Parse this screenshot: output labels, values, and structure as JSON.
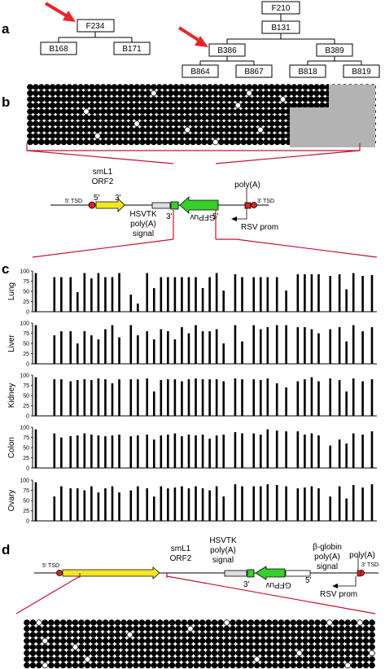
{
  "panels": {
    "a": "a",
    "b": "b",
    "c": "c",
    "d": "d"
  },
  "tree_left": {
    "root": "F234",
    "children": [
      "B168",
      "B171"
    ]
  },
  "tree_right": {
    "root": "F210",
    "mid": "B131",
    "l2": [
      "B386",
      "B389"
    ],
    "l3": [
      "B864",
      "B867",
      "B818",
      "B819"
    ]
  },
  "construct_c": {
    "tsd5": "5' TSD",
    "tsd3": "3' TSD",
    "orf_label": [
      "smL1",
      "ORF2"
    ],
    "end5": "5'",
    "end3": "3'",
    "hsvtk": [
      "HSVTK",
      "poly(A)",
      "signal"
    ],
    "gfp": "GFPuv",
    "gfp_end3": "3'",
    "gfp_end5": "5'",
    "polya": "poly(A)",
    "rsv": "RSV prom"
  },
  "construct_d": {
    "tsd5": "5' TSD",
    "tsd3": "3' TSD",
    "orf_label": [
      "smL1",
      "ORF2"
    ],
    "hsvtk": [
      "HSVTK",
      "poly(A)",
      "signal"
    ],
    "gfp": "GFPuv",
    "gfp_end3": "3'",
    "gfp_end5": "5'",
    "globin": [
      "β-globin",
      "poly(A)",
      "signal"
    ],
    "polya": "poly(A)",
    "rsv": "RSV prom"
  },
  "chart_data": {
    "type": "bar",
    "ylim": [
      0,
      100
    ],
    "yticks": [
      "0",
      "25",
      "50",
      "75",
      "100"
    ],
    "x": [
      0,
      5,
      8,
      11,
      15,
      18,
      21,
      24,
      27,
      30,
      33,
      36,
      41,
      44,
      48,
      51,
      54,
      57,
      60,
      63,
      66,
      69,
      72,
      75,
      78,
      81,
      86,
      89,
      94,
      97,
      100,
      104,
      108,
      113,
      116,
      119,
      122,
      127,
      131,
      134,
      137,
      141,
      145
    ],
    "series": [
      {
        "name": "Lung",
        "values": [
          95,
          0,
          85,
          85,
          85,
          48,
          95,
          82,
          95,
          85,
          85,
          95,
          42,
          20,
          95,
          58,
          85,
          85,
          85,
          85,
          85,
          85,
          58,
          85,
          95,
          52,
          92,
          85,
          85,
          85,
          85,
          85,
          52,
          92,
          92,
          92,
          92,
          88,
          92,
          55,
          95,
          88,
          90
        ]
      },
      {
        "name": "Liver",
        "values": [
          95,
          0,
          70,
          80,
          80,
          50,
          80,
          70,
          60,
          85,
          95,
          65,
          95,
          70,
          80,
          60,
          85,
          80,
          60,
          90,
          75,
          95,
          80,
          80,
          85,
          50,
          95,
          55,
          95,
          85,
          90,
          95,
          95,
          90,
          90,
          85,
          75,
          85,
          90,
          55,
          95,
          80,
          90
        ]
      },
      {
        "name": "Kidney",
        "values": [
          95,
          0,
          90,
          90,
          85,
          88,
          90,
          88,
          92,
          90,
          80,
          90,
          90,
          90,
          92,
          60,
          88,
          90,
          90,
          85,
          90,
          92,
          90,
          90,
          90,
          85,
          92,
          90,
          90,
          88,
          92,
          80,
          70,
          85,
          90,
          95,
          85,
          92,
          88,
          60,
          92,
          85,
          90
        ]
      },
      {
        "name": "Colon",
        "values": [
          95,
          0,
          85,
          75,
          78,
          80,
          85,
          82,
          80,
          78,
          80,
          82,
          78,
          80,
          82,
          70,
          80,
          82,
          85,
          78,
          82,
          80,
          82,
          72,
          80,
          82,
          88,
          85,
          85,
          82,
          95,
          92,
          90,
          90,
          82,
          85,
          80,
          55,
          70,
          60,
          85,
          82,
          90
        ]
      },
      {
        "name": "Ovary",
        "values": [
          95,
          0,
          60,
          85,
          80,
          80,
          75,
          85,
          70,
          80,
          85,
          70,
          75,
          85,
          80,
          60,
          85,
          80,
          82,
          85,
          80,
          85,
          80,
          75,
          85,
          60,
          90,
          85,
          85,
          85,
          90,
          88,
          85,
          80,
          82,
          85,
          80,
          60,
          85,
          55,
          88,
          82,
          90
        ]
      }
    ]
  },
  "dots_b": {
    "rows": 10,
    "cols": 62,
    "open": [
      [
        1,
        39
      ],
      [
        2,
        45
      ],
      [
        3,
        37
      ],
      [
        4,
        62
      ],
      [
        5,
        51
      ],
      [
        6,
        19
      ],
      [
        7,
        28
      ],
      [
        7,
        41
      ],
      [
        8,
        12
      ],
      [
        2,
        58
      ],
      [
        4,
        10
      ],
      [
        1,
        22
      ],
      [
        9,
        33
      ]
    ]
  },
  "dots_d": {
    "rows": 8,
    "cols": 58,
    "open": [
      [
        0,
        2
      ],
      [
        0,
        33
      ],
      [
        0,
        50
      ],
      [
        0,
        55
      ],
      [
        1,
        27
      ],
      [
        2,
        17
      ],
      [
        3,
        3
      ],
      [
        4,
        8
      ],
      [
        5,
        45
      ],
      [
        5,
        57
      ],
      [
        6,
        10
      ],
      [
        6,
        38
      ],
      [
        7,
        3
      ],
      [
        7,
        53
      ]
    ]
  }
}
